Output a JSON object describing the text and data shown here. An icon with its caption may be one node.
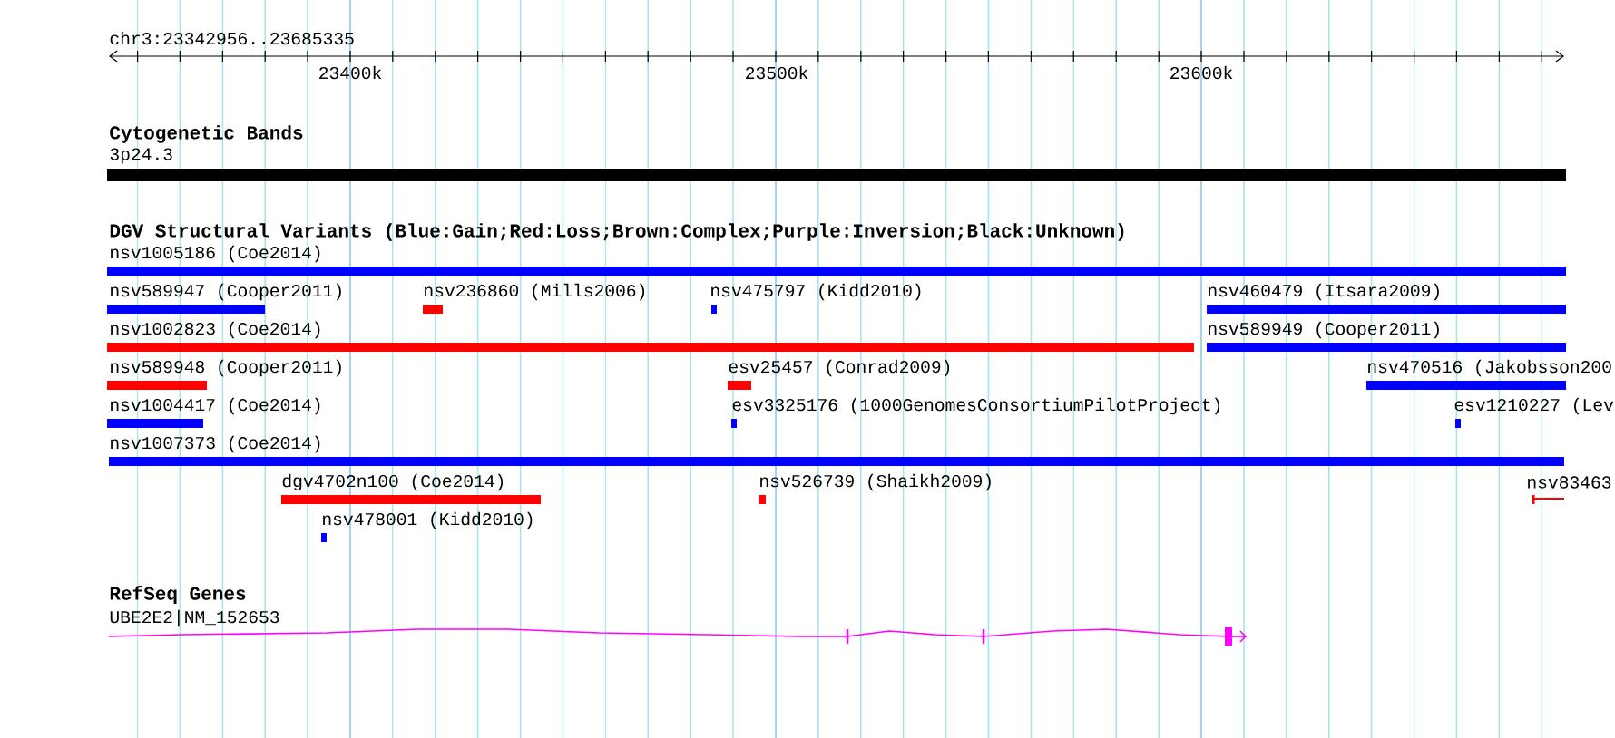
{
  "diagram": {
    "nodes": [
      {
        "text": [
          "3p24.3"
        ]
      },
      {
        "text": [
          "nsv1005186 (Coe2014)"
        ]
      },
      {
        "text": [
          "nsv589947 (Cooper2011)"
        ]
      },
      {
        "text": [
          "nsv236860 (Mills2006)"
        ]
      },
      {
        "text": [
          "nsv475797 (Kidd2010)"
        ]
      },
      {
        "text": [
          "nsv460479 (Itsara2009)"
        ]
      },
      {
        "text": [
          "nsv1002823 (Coe2014)"
        ]
      },
      {
        "text": [
          "nsv589949 (Cooper2011)"
        ]
      },
      {
        "text": [
          "nsv589948 (Cooper2011)"
        ]
      },
      {
        "text": [
          "esv25457 (Conrad2009)"
        ]
      },
      {
        "text": [
          "nsv470516 (Jakobsson200"
        ]
      },
      {
        "text": [
          "nsv1004417 (Coe2014)"
        ]
      },
      {
        "text": [
          "esv3325176 (1000GenomesConsortiumPilotProject)"
        ]
      },
      {
        "text": [
          "esv1210227 (Lev"
        ]
      },
      {
        "text": [
          "nsv1007373 (Coe2014)"
        ]
      },
      {
        "text": [
          "dgv4702n100 (Coe2014)"
        ]
      },
      {
        "text": [
          "nsv526739 (Shaikh2009)"
        ]
      },
      {
        "text": [
          "nsv83463"
        ]
      },
      {
        "text": [
          "nsv478001 (Kidd2010)"
        ]
      },
      {
        "text": [
          "UBE2E2|NM_152653"
        ]
      }
    ],
    "labels": [
      "chr3:23342956..23685335",
      "23400k",
      "23500k",
      "23600k",
      "Cytogenetic Bands",
      "DGV Structural Variants (Blue:Gain;Red:Loss;Brown:Complex;Purple:Inversion;Black:Unknown)",
      "RefSeq Genes"
    ]
  }
}
